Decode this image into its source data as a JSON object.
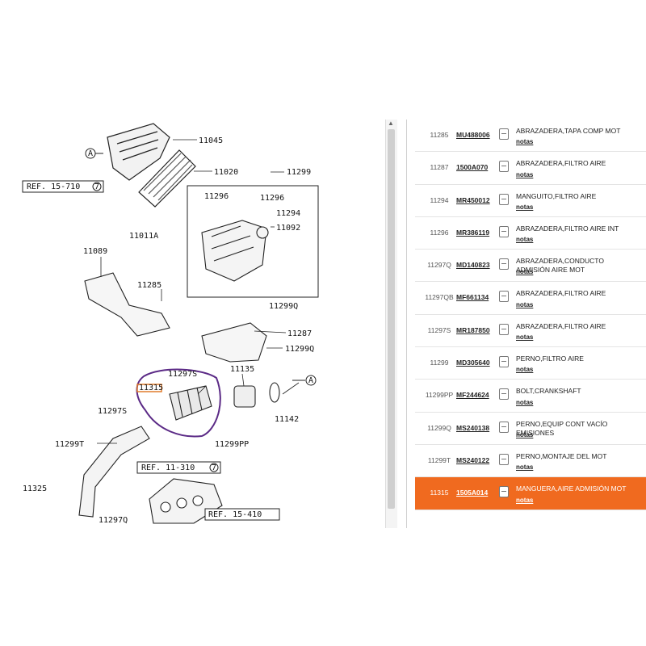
{
  "diagram": {
    "callouts": [
      "11045",
      "11020",
      "11299",
      "11296",
      "11296",
      "11294",
      "11092",
      "11011A",
      "11089",
      "11285",
      "11299Q",
      "11287",
      "11299Q",
      "11297S",
      "11135",
      "11297S",
      "11142",
      "11299T",
      "11299PP",
      "11325",
      "11297Q"
    ],
    "refs": [
      "REF. 15-710",
      "REF. 11-310",
      "REF. 15-410"
    ],
    "ref_marker": "7",
    "arrow_marker": "A",
    "highlight_box": "11315"
  },
  "parts": [
    {
      "num": "11285",
      "code": "MU488006",
      "desc": "ABRAZADERA,TAPA COMP MOT",
      "notes": "notas",
      "selected": false
    },
    {
      "num": "11287",
      "code": "1500A070",
      "desc": "ABRAZADERA,FILTRO AIRE",
      "notes": "notas",
      "selected": false
    },
    {
      "num": "11294",
      "code": "MR450012",
      "desc": "MANGUITO,FILTRO AIRE",
      "notes": "notas",
      "selected": false
    },
    {
      "num": "11296",
      "code": "MR386119",
      "desc": "ABRAZADERA,FILTRO AIRE INT",
      "notes": "notas",
      "selected": false
    },
    {
      "num": "11297Q",
      "code": "MD140823",
      "desc": "ABRAZADERA,CONDUCTO ADMISIÓN AIRE MOT",
      "notes": "notas",
      "selected": false
    },
    {
      "num": "11297QB",
      "code": "MF661134",
      "desc": "ABRAZADERA,FILTRO AIRE",
      "notes": "notas",
      "selected": false
    },
    {
      "num": "11297S",
      "code": "MR187850",
      "desc": "ABRAZADERA,FILTRO AIRE",
      "notes": "notas",
      "selected": false
    },
    {
      "num": "11299",
      "code": "MD305640",
      "desc": "PERNO,FILTRO AIRE",
      "notes": "notas",
      "selected": false
    },
    {
      "num": "11299PP",
      "code": "MF244624",
      "desc": "BOLT,CRANKSHAFT",
      "notes": "notas",
      "selected": false
    },
    {
      "num": "11299Q",
      "code": "MS240138",
      "desc": "PERNO,EQUIP CONT VACÍO EMISIONES",
      "notes": "notas",
      "selected": false
    },
    {
      "num": "11299T",
      "code": "MS240122",
      "desc": "PERNO,MONTAJE DEL MOT",
      "notes": "notas",
      "selected": false
    },
    {
      "num": "11315",
      "code": "1505A014",
      "desc": "MANGUERA,AIRE ADMISIÓN MOT",
      "notes": "notas",
      "selected": true
    }
  ],
  "colors": {
    "selected_row": "#f06a1f",
    "highlight": "#5b2a86",
    "box": "#e07a2a"
  },
  "icons": {
    "cart": "cart-icon"
  }
}
